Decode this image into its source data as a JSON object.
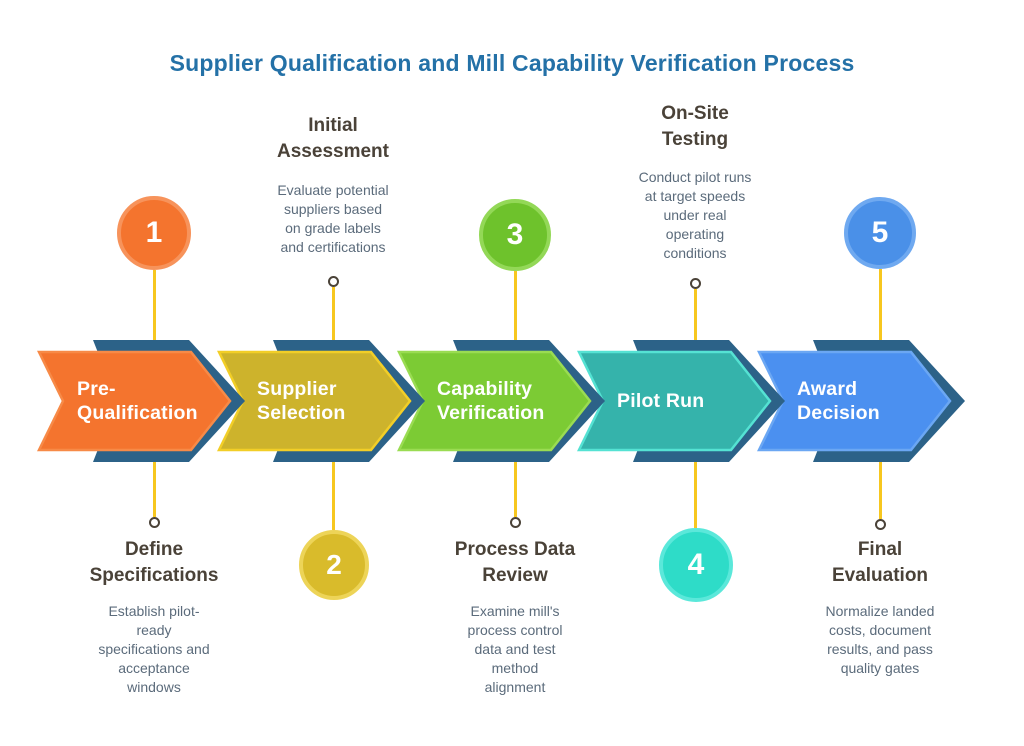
{
  "title": "Supplier Qualification and Mill Capability Verification Process",
  "colors": {
    "title": "#2471A7",
    "navy": "#2C6288",
    "connector": "#F7C71F",
    "ring_outline": "#4A4238",
    "heading_text": "#4A4238",
    "body_text": "#5B6B7B"
  },
  "steps": [
    {
      "number": "1",
      "label": "Pre-\nQualification",
      "arrow_fill": "#F4742E",
      "arrow_stroke": "#F78A47",
      "circle_fill": "#F4742E",
      "circle_stroke": "#F7935B",
      "callout": {
        "position": "bottom",
        "heading": "Define\nSpecifications",
        "description": "Establish pilot-\nready\nspecifications and\nacceptance\nwindows"
      }
    },
    {
      "number": "2",
      "label": "Supplier\nSelection",
      "arrow_fill": "#CDB32C",
      "arrow_stroke": "#F2CE27",
      "circle_fill": "#D9BB2B",
      "circle_stroke": "#EDD458",
      "callout": {
        "position": "top",
        "heading": "Initial\nAssessment",
        "description": "Evaluate potential\nsuppliers based\non grade labels\nand certifications"
      }
    },
    {
      "number": "3",
      "label": "Capability\nVerification",
      "arrow_fill": "#7CCB34",
      "arrow_stroke": "#9ADC52",
      "circle_fill": "#6EC22C",
      "circle_stroke": "#93D857",
      "callout": {
        "position": "bottom",
        "heading": "Process Data\nReview",
        "description": "Examine mill's\nprocess control\ndata and test\nmethod\nalignment"
      }
    },
    {
      "number": "4",
      "label": "Pilot Run",
      "arrow_fill": "#35B3AB",
      "arrow_stroke": "#55E2D3",
      "circle_fill": "#2EDCC8",
      "circle_stroke": "#5BE8DA",
      "callout": {
        "position": "top",
        "heading": "On-Site\nTesting",
        "description": "Conduct pilot runs\nat target speeds\nunder real\noperating\nconditions"
      }
    },
    {
      "number": "5",
      "label": "Award\nDecision",
      "arrow_fill": "#4B90F0",
      "arrow_stroke": "#6BA7F3",
      "circle_fill": "#4A90E8",
      "circle_stroke": "#6FA9F0",
      "callout": {
        "position": "bottom",
        "heading": "Final\nEvaluation",
        "description": "Normalize landed\ncosts, document\nresults, and pass\nquality gates"
      }
    }
  ]
}
